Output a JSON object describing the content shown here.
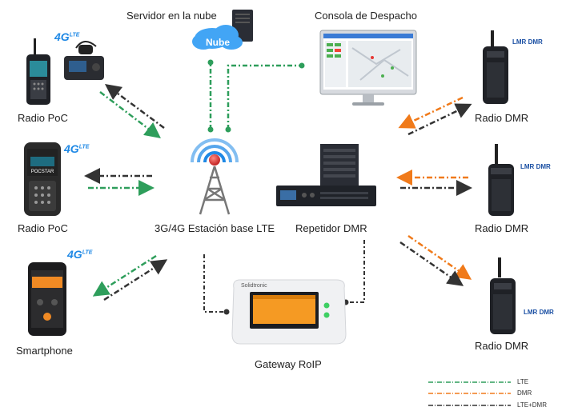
{
  "labels": {
    "cloud_server": "Servidor en la nube",
    "dispatch_console": "Consola de Despacho",
    "poc_radio_1": "Radio PoC",
    "poc_radio_2": "Radio PoC",
    "smartphone": "Smartphone",
    "lte_base_station": "3G/4G Estación base LTE",
    "dmr_repeater": "Repetidor DMR",
    "dmr_radio_1": "Radio DMR",
    "dmr_radio_2": "Radio DMR",
    "dmr_radio_3": "Radio DMR",
    "roip_gateway": "Gateway RoIP"
  },
  "device_text": {
    "cloud": "Nube",
    "pocstar": "POCSTAR",
    "gateway_brand": "Solidtronic",
    "lte_badge_main": "4G",
    "lte_badge_sub": "LTE",
    "lmr": "LMR",
    "dmr": "DMR"
  },
  "legend": {
    "lte": "LTE",
    "dmr": "DMR",
    "lte_dmr": "LTE+DMR"
  },
  "colors": {
    "lte": "#2e9e5b",
    "dmr": "#f07a1a",
    "lte_dmr": "#333333",
    "cloud": "#42a5f5",
    "screen_orange": "#f59a23",
    "antenna_red": "#e53935"
  }
}
